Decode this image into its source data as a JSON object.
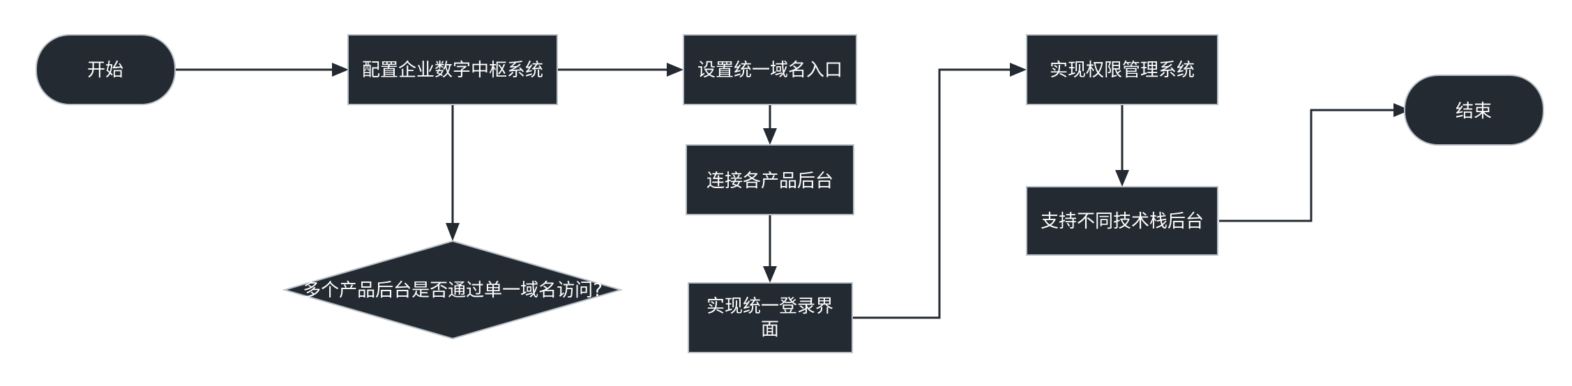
{
  "nodes": {
    "start": "开始",
    "config": "配置企业数字中枢系统",
    "domain_entry": "设置统一域名入口",
    "connect": "连接各产品后台",
    "login_line1": "实现统一登录界",
    "login_line2": "面",
    "permission": "实现权限管理系统",
    "tech_stack": "支持不同技术栈后台",
    "end": "结束",
    "decision": "多个产品后台是否通过单一域名访问?"
  },
  "colors": {
    "node_fill": "#232a31",
    "node_stroke": "#b9c0c7",
    "node_text": "#ffffff",
    "edge": "#232a31",
    "background": "#ffffff"
  }
}
